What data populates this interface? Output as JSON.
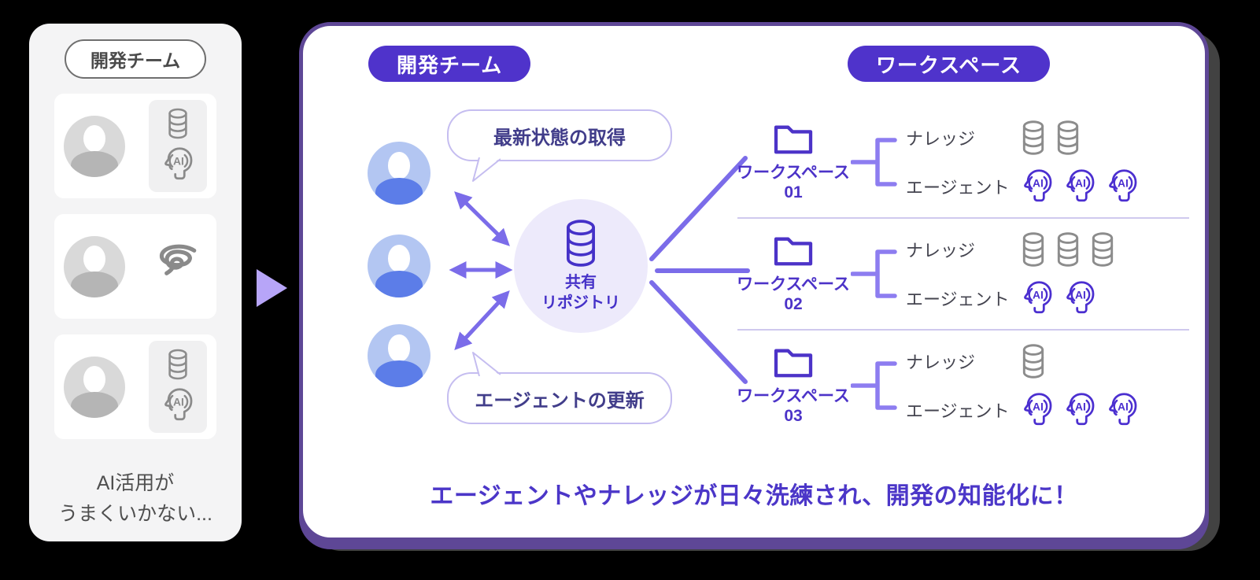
{
  "colors": {
    "accent_purple": "#4f33cb",
    "panel_border_purple": "#5e4796",
    "connector_purple": "#7b6ce9",
    "headline_purple": "#4b36c8",
    "bubble_text_indigo": "#413d8a",
    "gray_icon": "#8c8c8c",
    "transition_arrow_purple": "#b7a5f8"
  },
  "left_panel": {
    "team_label": "開発チーム",
    "cards": [
      {
        "icons": [
          "database-icon",
          "ai-head-icon"
        ]
      },
      {
        "icons": [
          "tangle-icon"
        ]
      },
      {
        "icons": [
          "database-icon",
          "ai-head-icon"
        ]
      }
    ],
    "caption_line1": "AI活用が",
    "caption_line2": "うまくいかない..."
  },
  "right_panel": {
    "team_pill": "開発チーム",
    "workspace_pill": "ワークスペース",
    "bubble_top": "最新状態の取得",
    "bubble_bottom": "エージェントの更新",
    "repo": {
      "line1": "共有",
      "line2": "リポジトリ"
    },
    "workspaces": [
      {
        "name": "ワークスペース",
        "number": "01",
        "knowledge_label": "ナレッジ",
        "agent_label": "エージェント",
        "knowledge_count": 2,
        "agent_count": 3
      },
      {
        "name": "ワークスペース",
        "number": "02",
        "knowledge_label": "ナレッジ",
        "agent_label": "エージェント",
        "knowledge_count": 3,
        "agent_count": 2
      },
      {
        "name": "ワークスペース",
        "number": "03",
        "knowledge_label": "ナレッジ",
        "agent_label": "エージェント",
        "knowledge_count": 1,
        "agent_count": 3
      }
    ],
    "headline": "エージェントやナレッジが日々洗練され、開発の知能化に！"
  }
}
